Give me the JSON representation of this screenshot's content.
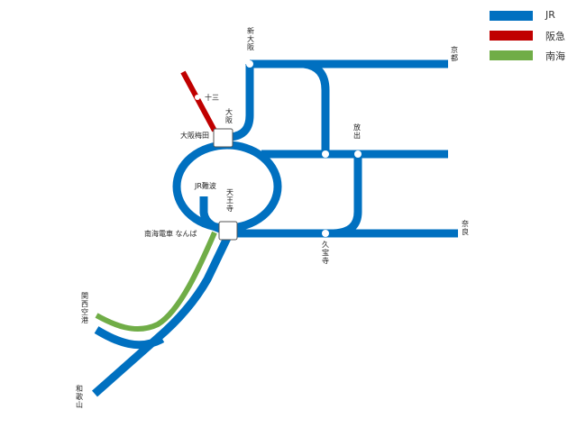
{
  "legend": [
    {
      "label": "JR",
      "color": "#0070c0"
    },
    {
      "label": "阪急",
      "color": "#c00000"
    },
    {
      "label": "南海",
      "color": "#70ad47"
    }
  ],
  "stations": {
    "shin_osaka": "新大阪",
    "kyoto": "京都",
    "juso": "十三",
    "osaka": "大阪",
    "osaka_umeda": "大阪梅田",
    "hanaten": "放出",
    "jr_namba": "JR難波",
    "tennoji": "天王寺",
    "nankai_namba": "南海電車 なんば",
    "nara": "奈良",
    "kyuhoji": "久宝寺",
    "kansai_airport": "関西空港",
    "wakayama": "和歌山"
  }
}
